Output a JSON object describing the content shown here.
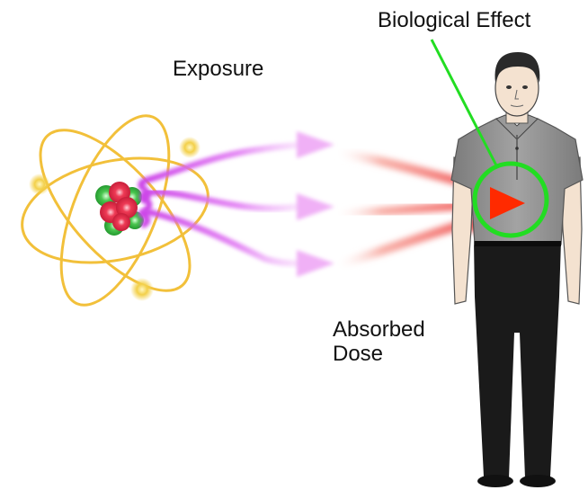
{
  "labels": {
    "exposure": "Exposure",
    "biological_effect": "Biological Effect",
    "absorbed_dose_line1": "Absorbed",
    "absorbed_dose_line2": "Dose"
  },
  "colors": {
    "orbit": "#f2c03a",
    "electron": "#f3d04a",
    "nucleus_red": "#e8304a",
    "nucleus_green": "#3fbf4a",
    "exposure_wave": "#e070f0",
    "dose_wave": "#f07070",
    "effect_marker": "#22dd22",
    "arrow_red": "#ff2a00",
    "shirt": "#8f8f8f",
    "pants": "#1a1a1a",
    "skin": "#f4e2d0",
    "hair": "#2a2a2a"
  }
}
